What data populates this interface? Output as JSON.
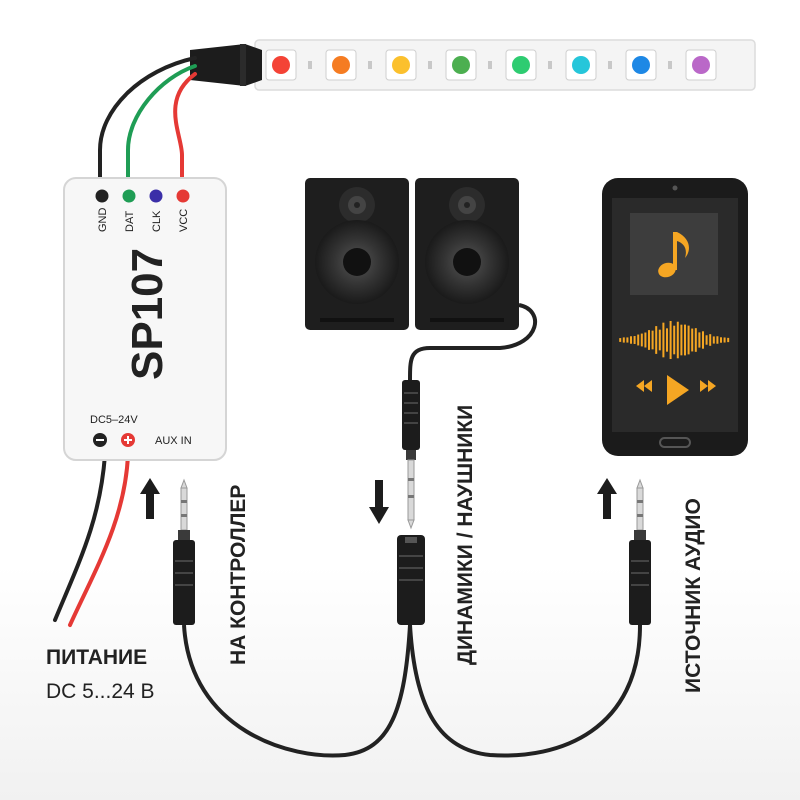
{
  "controller": {
    "model": "SP107",
    "pins": [
      {
        "label": "GND",
        "color": "#222222"
      },
      {
        "label": "DAT",
        "color": "#1f9d55"
      },
      {
        "label": "CLK",
        "color": "#3b2fa8"
      },
      {
        "label": "VCC",
        "color": "#e53935"
      }
    ],
    "power_label": "DC5–24V",
    "aux_label": "AUX IN"
  },
  "led_strip": {
    "led_colors": [
      "#f44336",
      "#f57c22",
      "#fbc02d",
      "#4caf50",
      "#2ecc71",
      "#26c6da",
      "#1e88e5",
      "#ba68c8"
    ]
  },
  "phone": {
    "accent_color": "#f5a623",
    "icons": [
      "music-note-icon",
      "waveform-icon",
      "rewind-icon",
      "play-icon",
      "fast-forward-icon"
    ]
  },
  "labels": {
    "power_title": "ПИТАНИЕ",
    "power_voltage": "DC 5...24 В",
    "to_controller": "НА КОНТРОЛЛЕР",
    "speakers": "ДИНАМИКИ / НАУШНИКИ",
    "audio_source": "ИСТОЧНИК АУДИО"
  },
  "wire_colors": {
    "gnd": "#222222",
    "dat": "#1f9d55",
    "vcc": "#e53935"
  }
}
